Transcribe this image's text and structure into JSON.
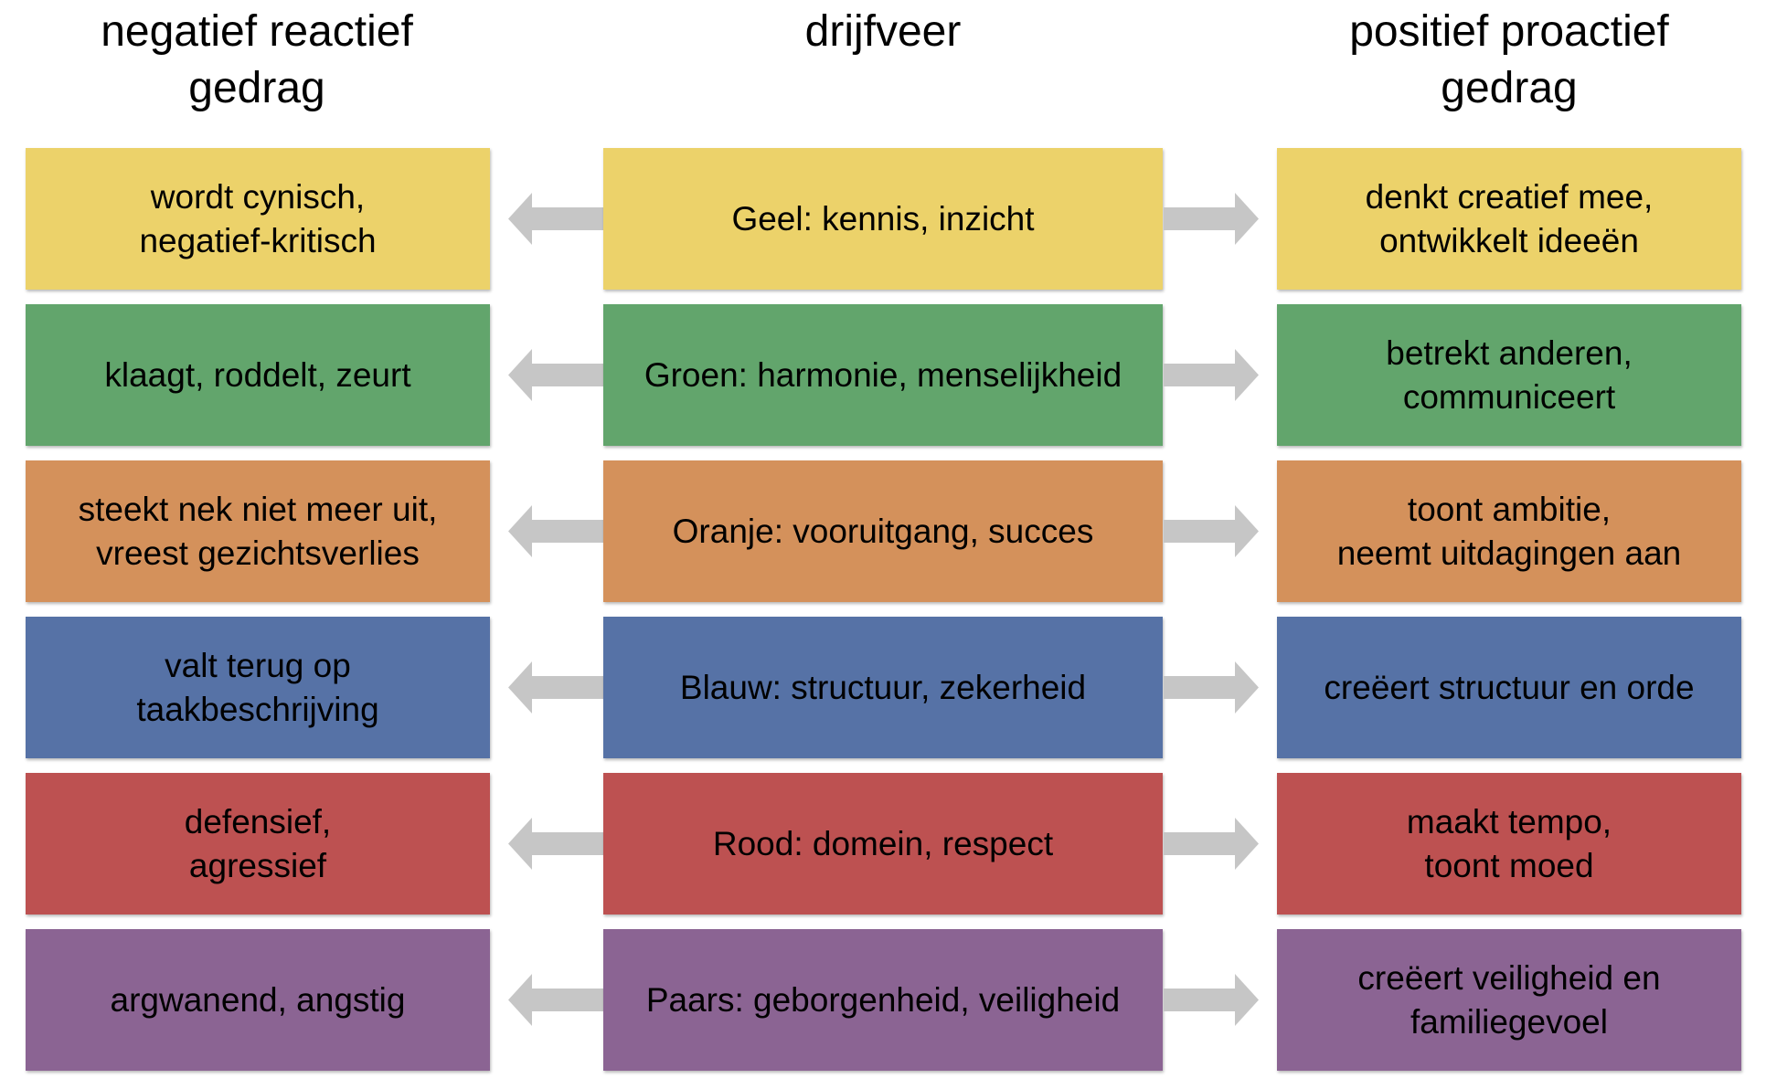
{
  "headers": {
    "left": "negatief reactief\ngedrag",
    "middle": "drijfveer",
    "right": "positief proactief\ngedrag"
  },
  "arrow_color": "#c6c6c6",
  "rows": [
    {
      "color": "#ecd26a",
      "left": "wordt cynisch,\nnegatief-kritisch",
      "middle": "Geel: kennis, inzicht",
      "right": "denkt creatief mee,\nontwikkelt ideeën"
    },
    {
      "color": "#62a56c",
      "left": "klaagt, roddelt, zeurt",
      "middle": "Groen: harmonie, menselijkheid",
      "right": "betrekt anderen,\ncommuniceert"
    },
    {
      "color": "#d4915b",
      "left": "steekt nek niet meer uit,\nvreest gezichtsverlies",
      "middle": "Oranje: vooruitgang, succes",
      "right": "toont ambitie,\nneemt uitdagingen aan"
    },
    {
      "color": "#5672a6",
      "left": "valt terug op\ntaakbeschrijving",
      "middle": "Blauw: structuur, zekerheid",
      "right": "creëert structuur en orde"
    },
    {
      "color": "#bd5151",
      "left": "defensief,\nagressief",
      "middle": "Rood: domein, respect",
      "right": "maakt tempo,\ntoont moed"
    },
    {
      "color": "#8b6493",
      "left": "argwanend, angstig",
      "middle": "Paars: geborgenheid, veiligheid",
      "right": "creëert veiligheid en\nfamiliegevoel"
    }
  ]
}
